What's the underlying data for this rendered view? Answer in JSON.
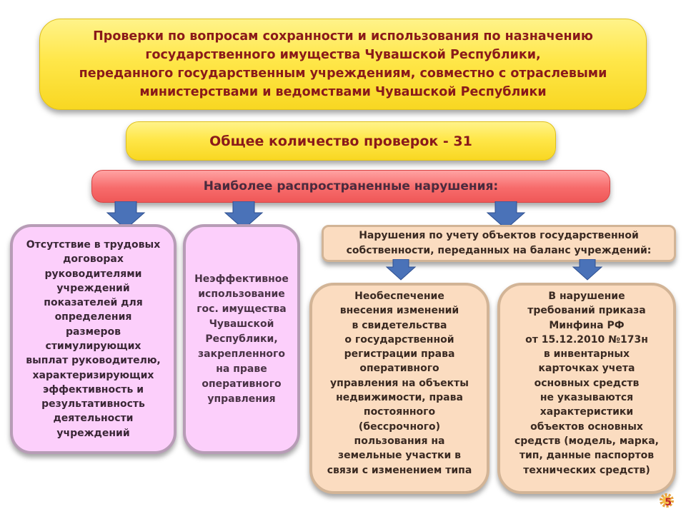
{
  "header": {
    "title": "Проверки по вопросам сохранности и использования по назначению\nгосударственного имущества Чувашской Республики,\nпереданного государственным учреждениям, совместно с отраслевыми\nминистерствами и ведомствами Чувашской Республики"
  },
  "total": {
    "label": "Общее количество проверок - 31"
  },
  "violations": {
    "heading": "Наиболее распространенные нарушения:",
    "item1": "Отсутствие в трудовых\nдоговорах\nруководителями\nучреждений\nпоказателей для\nопределения\nразмеров\nстимулирующих\nвыплат руководителю,\nхарактеризирующих\nэффективность и\nрезультативность\nдеятельности\nучреждений",
    "item2": "Неэффективное\nиспользование\nгос. имущества\nЧувашской\nРеспублики,\nзакрепленного\nна праве\nоперативного\nуправления",
    "item3": {
      "heading": "Нарушения по учету объектов государственной\nсобственности, переданных на баланс учреждений:",
      "sub1": "Необеспечение\nвнесения изменений\nв свидетельства\nо государственной\nрегистрации права\nоперативного\nуправления на объекты\nнедвижимости, права\nпостоянного\n(бессрочного)\nпользования на\nземельные участки в\nсвязи с изменением типа",
      "sub2": "В нарушение\nтребований приказа\nМинфина РФ\nот 15.12.2010 №173н\nв инвентарных\nкарточках учета\nосновных средств\nне указываются\nхарактеристики\nобъектов основных\nсредств (модель, марка,\nтип, данные паспортов\nтехнических средств)"
    }
  },
  "page_number": "5",
  "colors": {
    "yellow": "#ffe74a",
    "red": "#f76b6b",
    "pink": "#fccffb",
    "peach": "#fbdcc0",
    "arrow": "#4a72b8",
    "title_text": "#8a1a1a"
  },
  "icons": {
    "arrow": "down-arrow-icon",
    "gear": "gear-icon"
  }
}
